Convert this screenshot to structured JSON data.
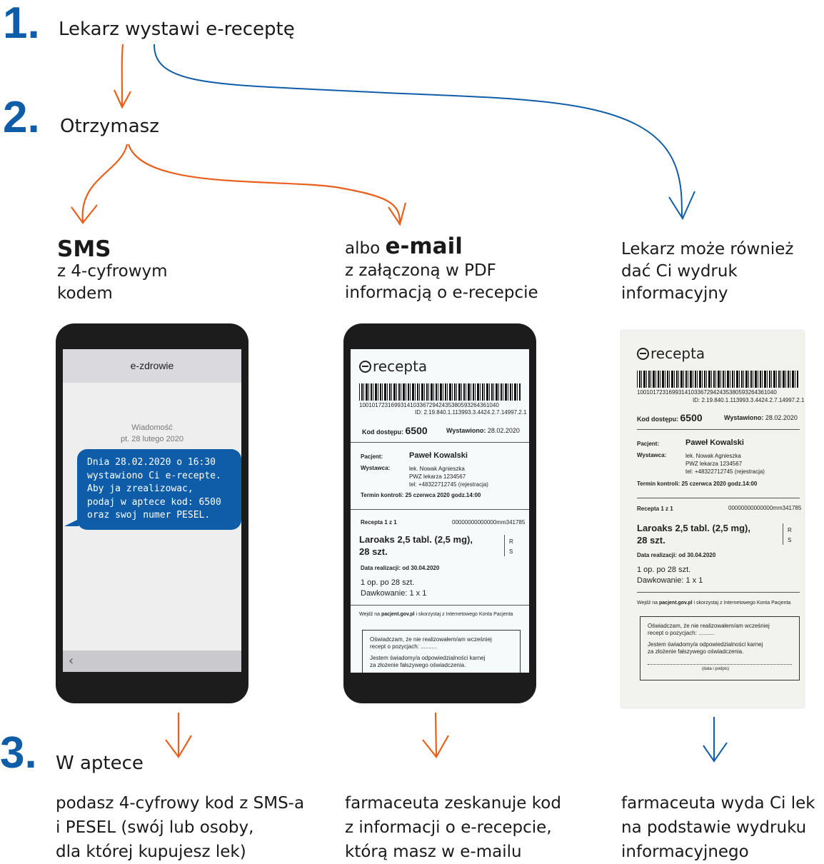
{
  "colors": {
    "blue": "#0f5da8",
    "orange": "#e8601c",
    "ink": "#1a1a1a",
    "phone": "#1c1c1c"
  },
  "step1": {
    "number": "1.",
    "title": "Lekarz wystawi e-receptę"
  },
  "step2": {
    "number": "2.",
    "title": "Otrzymasz"
  },
  "step3": {
    "number": "3.",
    "title": "W aptece"
  },
  "col_sms": {
    "title": "SMS",
    "line1": "z 4-cyfrowym",
    "line2": "kodem"
  },
  "col_email": {
    "prefix": "albo",
    "title": "e-mail",
    "line1": "z załączoną w PDF",
    "line2": "informacją o e-recepcie"
  },
  "col_print": {
    "line1": "Lekarz może również",
    "line2": "dać Ci wydruk",
    "line3": "informacyjny"
  },
  "sms_screen": {
    "header": "e-zdrowie",
    "meta_line1": "Wiadomość",
    "meta_line2": "pt. 28 lutego 2020",
    "message_lines": [
      "Dnia 28.02.2020 o 16:30",
      "wystawiono Ci e-recepte.",
      "Aby ja zrealizowac,",
      "podaj w aptece kod: 6500",
      "oraz swoj numer PESEL."
    ],
    "back_icon": "chevron-left-icon"
  },
  "recepta": {
    "logo": "recepta",
    "barcode_number": "1001017231699314103367294243538059326436104​0",
    "id": "ID: 2.19.840.1.113993.3.4424.2.7.14997.2.1",
    "kod_label": "Kod dostępu:",
    "kod_value": "6500",
    "wystawiono_label": "Wystawiono:",
    "wystawiono_value": "28.02.2020",
    "pacjent_label": "Pacjent:",
    "pacjent_value": "Paweł Kowalski",
    "wystawca_label": "Wystawca:",
    "wystawca_lines": [
      "lek. Nowak Agnieszka",
      "PWZ lekarza 1234567",
      "tel: +48322712745 (rejestracja)"
    ],
    "termin_label": "Termin kontroli:",
    "termin_value": "25 czerwca 2020 godz.14:00",
    "recepta_label": "Recepta 1 z 1",
    "recepta_code": "00000000000000mm341785",
    "drug_line1": "Laroaks 2,5 tabl. (2,5 mg),",
    "drug_line2": "28 szt.",
    "rs_r": "R",
    "rs_s": "S",
    "data_label": "Data realizacji:",
    "data_value": "od 30.04.2020",
    "dose1": "1 op. po 28 szt.",
    "dose2": "Dawkowanie: 1 x 1",
    "footer_pre": "Wejdź na",
    "footer_link": "pacjent.gov.pl",
    "footer_post": "i skorzystaj z Internetowego Konta Pacjenta",
    "oswiadczam1": "Oświadczam, że nie realizowałem/am wcześniej",
    "oswiadczam2": "recept o pozycjach: ..........",
    "jestem1": "Jestem świadomy/a odpowiedzialności karnej",
    "jestem2": "za złożenie fałszywego oświadczenia.",
    "podpis": "(data i podpis)"
  },
  "bottom": {
    "sms": [
      "podasz 4-cyfrowy kod z SMS-a",
      "i PESEL (swój lub osoby,",
      "dla której kupujesz lek)"
    ],
    "email": [
      "farmaceuta zeskanuje kod",
      "z informacji o e-recepcie,",
      "którą masz w e-mailu"
    ],
    "print": [
      "farmaceuta wyda Ci lek",
      "na podstawie wydruku",
      "informacyjnego"
    ]
  }
}
